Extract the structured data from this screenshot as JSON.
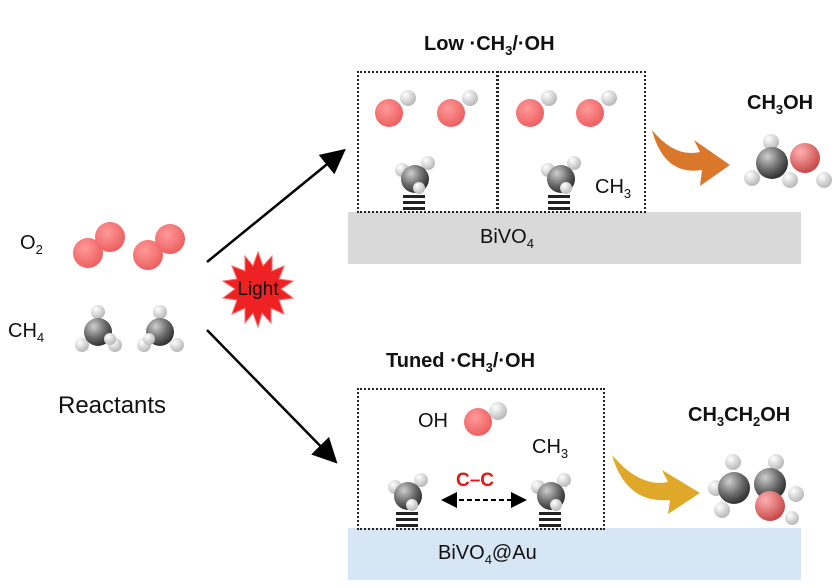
{
  "reactants": {
    "o2_label": "O",
    "o2_sub": "2",
    "ch4_label": "CH",
    "ch4_sub": "4",
    "title": "Reactants"
  },
  "light": {
    "label": "Light"
  },
  "top": {
    "title_a": "Low ·CH",
    "title_sub": "3",
    "title_b": "/·OH",
    "ch3_label": "CH",
    "ch3_sub": "3",
    "surface": "BiVO",
    "surface_sub": "4",
    "product_a": "CH",
    "product_sub": "3",
    "product_b": "OH"
  },
  "bottom": {
    "title_a": "Tuned ·CH",
    "title_sub": "3",
    "title_b": "/·OH",
    "oh_label": "OH",
    "ch3_label": "CH",
    "ch3_sub": "3",
    "cc_label": "C–C",
    "surface_a": "BiVO",
    "surface_sub": "4",
    "surface_b": "@Au",
    "product_a": "CH",
    "product_sub1": "3",
    "product_b": "CH",
    "product_sub2": "2",
    "product_c": "OH"
  },
  "colors": {
    "oxygen": "#f06b6b",
    "hydrogen": "#d6d6d6",
    "carbon": "#555555",
    "surface_gray": "#d9d9d9",
    "surface_blue": "#d7e6f4",
    "arrow_orange": "#d9782a",
    "arrow_gold": "#e0a828",
    "light_star": "#ee2222",
    "cc_red": "#e01818"
  }
}
